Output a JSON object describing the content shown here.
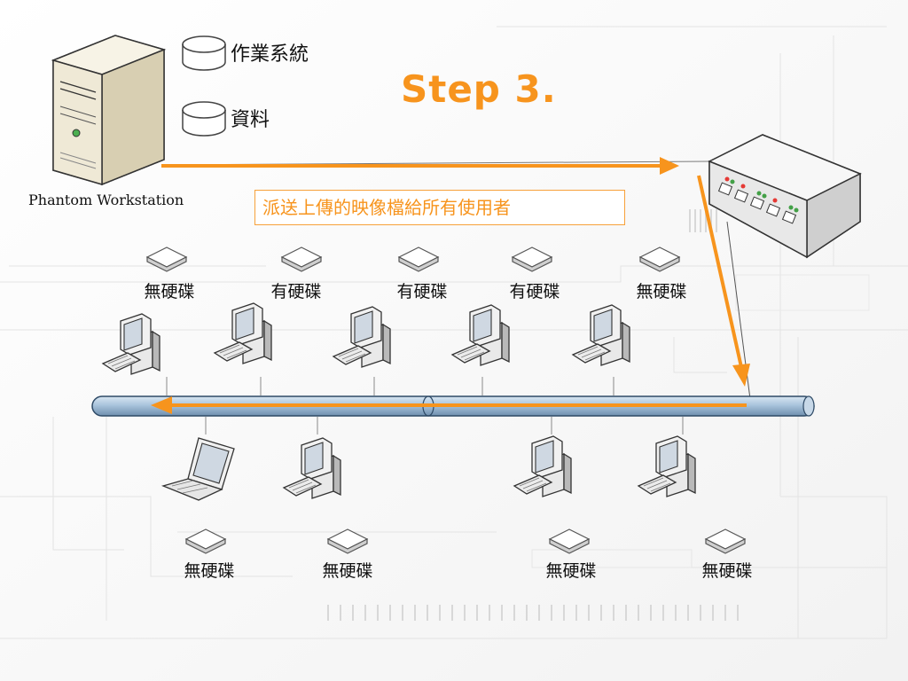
{
  "title": "Step 3.",
  "workstation": {
    "label": "Phantom Workstation",
    "icon": "server-tower-icon"
  },
  "storage": [
    {
      "label": "作業系統",
      "icon": "database-icon"
    },
    {
      "label": "資料",
      "icon": "database-icon"
    }
  ],
  "callout": "派送上傳的映像檔給所有使用者",
  "switch": {
    "icon": "network-switch-icon"
  },
  "top_clients": [
    {
      "disk": "無硬碟",
      "icon": "desktop-pc-icon"
    },
    {
      "disk": "有硬碟",
      "icon": "desktop-pc-icon"
    },
    {
      "disk": "有硬碟",
      "icon": "desktop-pc-icon"
    },
    {
      "disk": "有硬碟",
      "icon": "desktop-pc-icon"
    },
    {
      "disk": "無硬碟",
      "icon": "desktop-pc-icon"
    }
  ],
  "bottom_clients": [
    {
      "disk": "無硬碟",
      "icon": "laptop-icon"
    },
    {
      "disk": "無硬碟",
      "icon": "desktop-pc-icon"
    },
    {
      "disk": "無硬碟",
      "icon": "desktop-pc-icon"
    },
    {
      "disk": "無硬碟",
      "icon": "desktop-pc-icon"
    }
  ],
  "colors": {
    "accent": "#f7941d",
    "bus": "#a9c4dc",
    "background_lines": "#e2e2e2"
  }
}
